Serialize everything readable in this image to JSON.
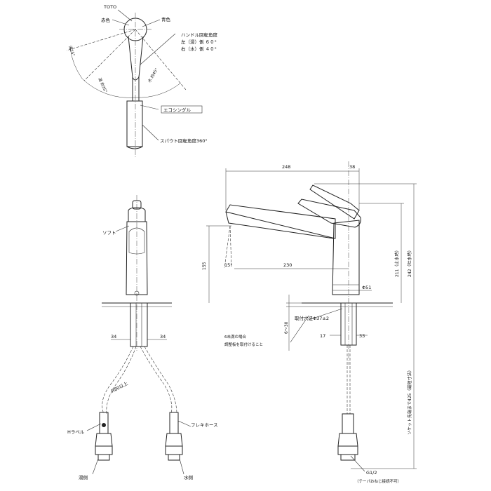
{
  "top_view": {
    "brand": "TOTO",
    "red_label": "赤色",
    "blue_label": "青色",
    "handle_title": "ハンドル回転角度",
    "handle_left": "左（湯）側 ６０°",
    "handle_right": "右（水）側 ４０°",
    "angle_hot_small": "湯25°",
    "angle_hot": "湯 約35°",
    "angle_cold": "水 約45°",
    "eco_label": "エコシングル",
    "spout_rotation": "スパウト回転角度360°"
  },
  "front_view": {
    "soft_label": "ソフト",
    "dim_left": "34",
    "dim_right": "34",
    "hose_radius": "R80以上",
    "h_label": "Hラベル",
    "flexhose_label": "フレキホース",
    "hot_side": "湯側",
    "cold_side": "水側"
  },
  "side_view": {
    "dim_248": "248",
    "dim_38": "38",
    "dim_155": "155",
    "angle_15": "15°",
    "dim_230": "230",
    "dim_phi51": "Φ51",
    "dim_211": "211（止水時）",
    "dim_242": "242（吐水時）",
    "hole_label": "取付穴径Φ37±2",
    "dim_6_30": "6～30",
    "note_line1": "6未満の場合",
    "note_line2": "調整板を取付けること",
    "dim_17": "17",
    "dim_33": "33",
    "socket_label": "ソケット先端まで425（最短寸法）",
    "g12": "G1/2",
    "taper_note": "（テーパおねじ接続不可）"
  }
}
